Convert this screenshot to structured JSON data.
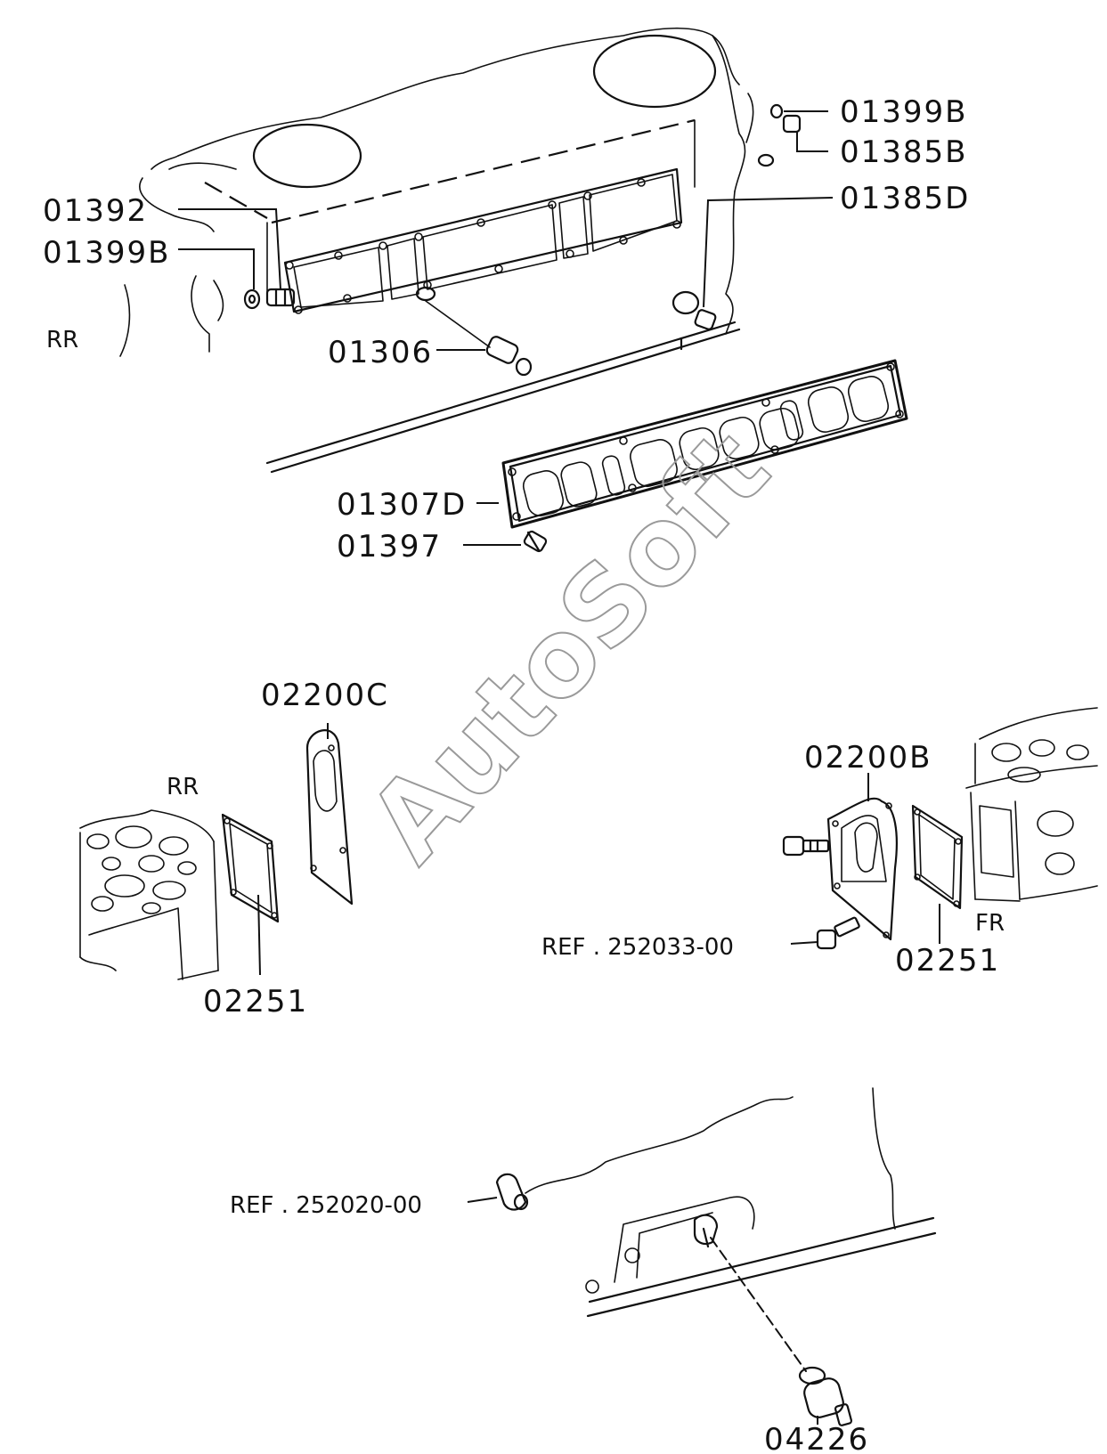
{
  "watermark": "AutoSoft",
  "labels": {
    "p01399b_top": "01399B",
    "p01385b": "01385B",
    "p01385d": "01385D",
    "p01392": "01392",
    "p01399b_left": "01399B",
    "rr_top": "RR",
    "p01306": "01306",
    "p01307d": "01307D",
    "p01397": "01397",
    "p02200c": "02200C",
    "rr_mid": "RR",
    "p02251_left": "02251",
    "p02200b": "02200B",
    "ref_252033": "REF . 252033-00",
    "fr": "FR",
    "p02251_right": "02251",
    "ref_252020": "REF . 252020-00",
    "p04226": "04226"
  }
}
